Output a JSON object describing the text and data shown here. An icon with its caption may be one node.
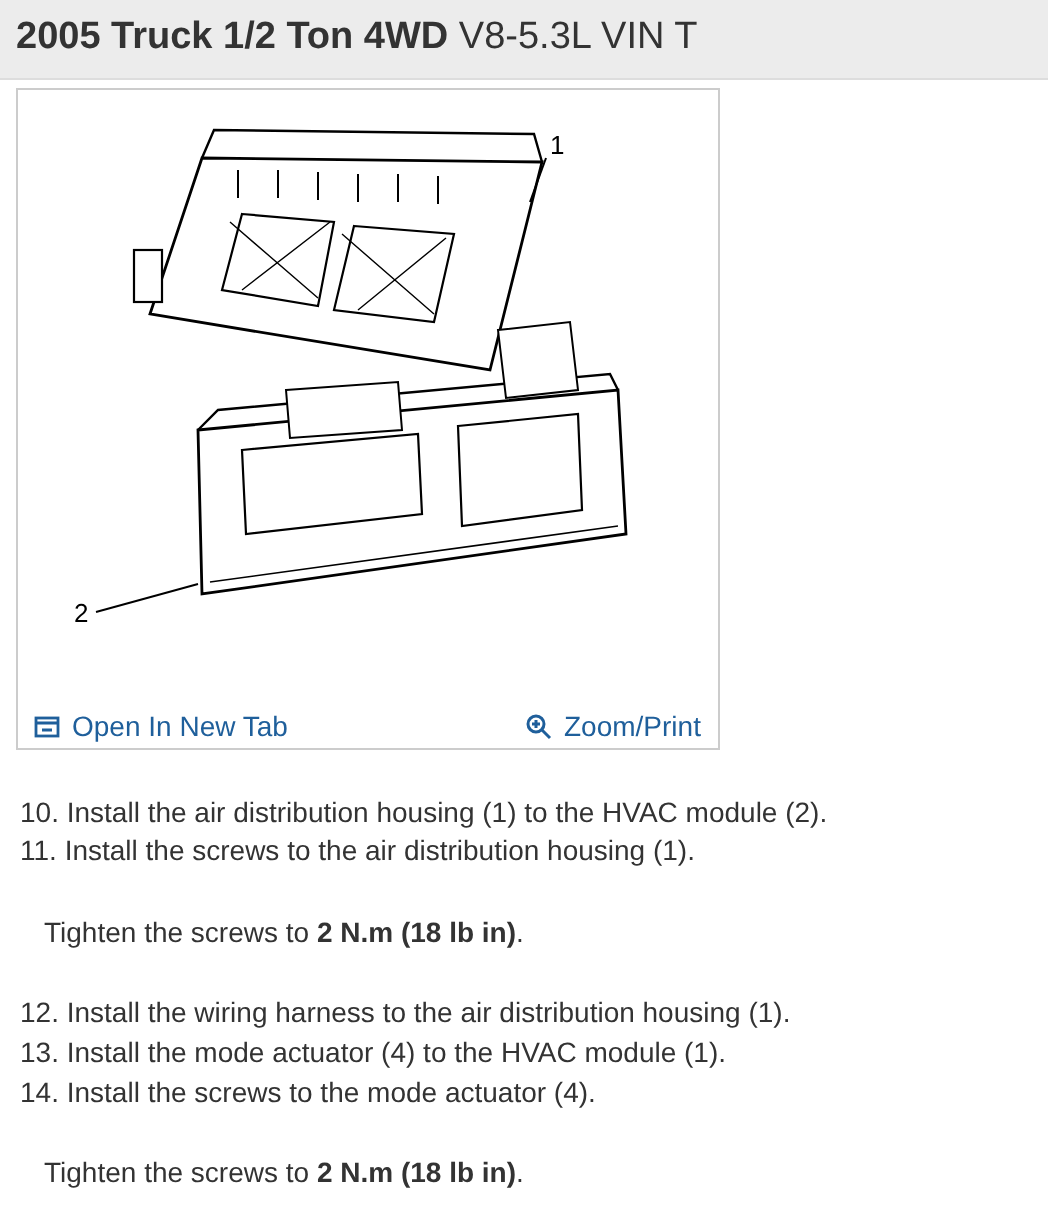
{
  "diagram": {
    "title": "**2005 Truck 1/2 Ton 4WD** V8-5.3L VIN T",
    "nodes": [
      {
        "text": [
          "1"
        ]
      },
      {
        "text": [],
        "shape": "picture"
      },
      {
        "text": [
          "2"
        ]
      },
      {
        "text": [],
        "shape": "picture"
      }
    ],
    "edges": [
      {
        "from": 0,
        "to": 1,
        "arrow": "none"
      },
      {
        "from": 2,
        "to": 3,
        "arrow": "none"
      }
    ],
    "labels": [
      "Open In New Tab",
      "Zoom/Print",
      "10. Install the air distribution housing (1) to the HVAC module (2).",
      "11. Install the screws to the air distribution housing (1).",
      "Tighten the screws to **2 N.m (18 lb in)**.",
      "12. Install the wiring harness to the air distribution housing (1).",
      "13. Install the mode actuator (4) to the HVAC module (1).",
      "14. Install the screws to the mode actuator (4).",
      "Tighten the screws to **2 N.m (18 lb in)**."
    ]
  }
}
